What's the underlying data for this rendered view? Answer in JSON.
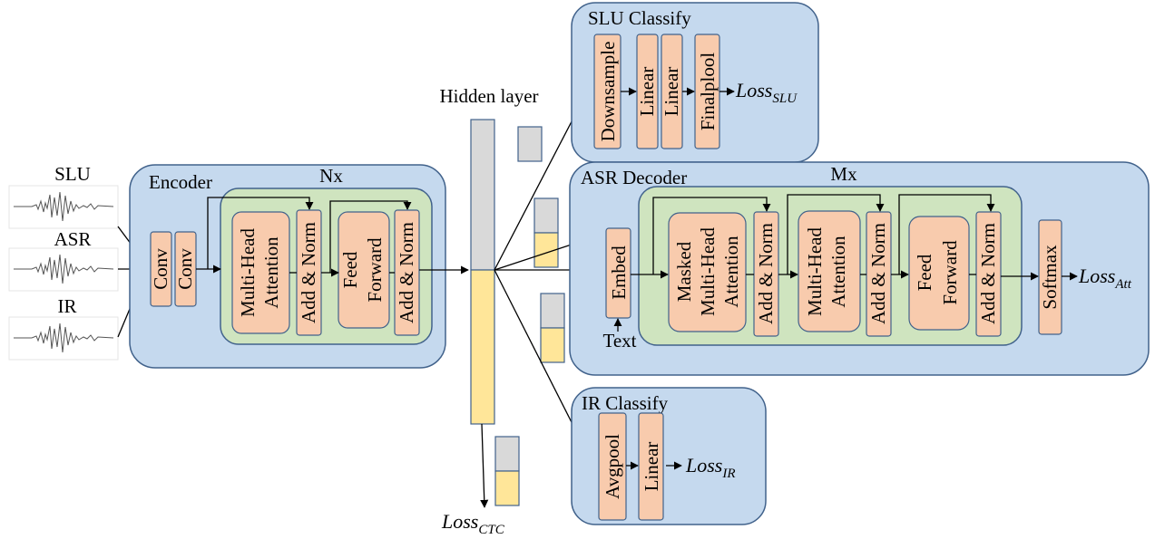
{
  "inputs": {
    "slu": "SLU",
    "asr": "ASR",
    "ir": "IR"
  },
  "encoder": {
    "title": "Encoder",
    "repeat": "Nx",
    "conv": "Conv",
    "mha_line1": "Multi-Head",
    "mha_line2": "Attention",
    "add_norm": "Add & Norm",
    "ff_line1": "Feed",
    "ff_line2": "Forward"
  },
  "hidden_layer": "Hidden layer",
  "slu_classify": {
    "title": "SLU Classify",
    "downsample": "Downsample",
    "linear": "Linear",
    "finalpool": "Finalplool",
    "loss_base": "Loss",
    "loss_sub": "SLU"
  },
  "asr_decoder": {
    "title": "ASR Decoder",
    "repeat": "Mx",
    "embed": "Embed",
    "text": "Text",
    "masked_line1": "Masked",
    "masked_line2": "Multi-Head",
    "masked_line3": "Attention",
    "mha_line1": "Multi-Head",
    "mha_line2": "Attention",
    "add_norm": "Add & Norm",
    "ff_line1": "Feed",
    "ff_line2": "Forward",
    "softmax": "Softmax",
    "loss_base": "Loss",
    "loss_sub": "Att"
  },
  "ir_classify": {
    "title": "IR Classify",
    "avgpool": "Avgpool",
    "linear": "Linear",
    "loss_base": "Loss",
    "loss_sub": "IR"
  },
  "ctc": {
    "loss_base": "Loss",
    "loss_sub": "CTC"
  }
}
